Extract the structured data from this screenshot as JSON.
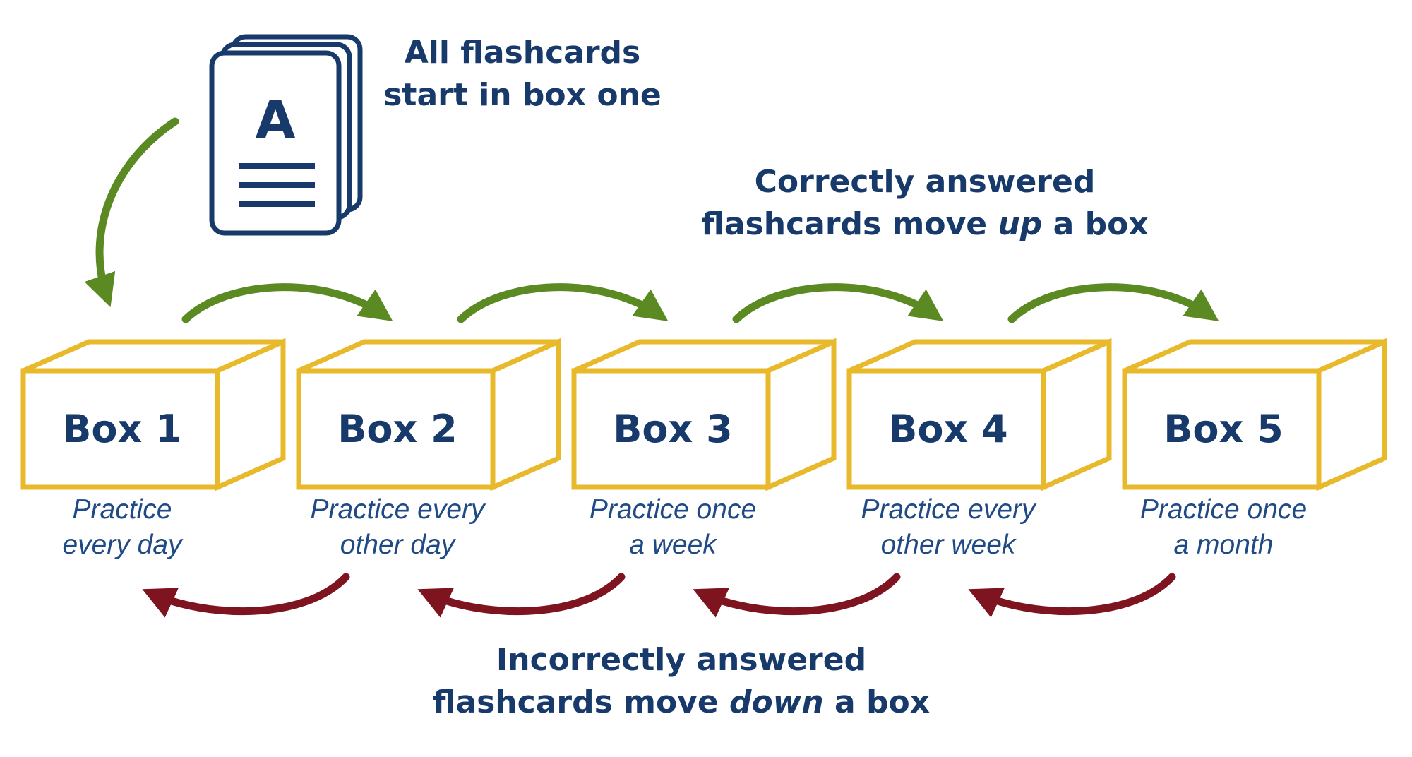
{
  "colors": {
    "navy": "#173a6b",
    "caption_blue": "#1f4a85",
    "box_gold": "#e8b92a",
    "forward_green": "#5b8a23",
    "backward_red": "#7e1420"
  },
  "icons": {
    "flashcard_stack": "flashcard-stack-icon"
  },
  "flashcard_stack": {
    "letter": "A"
  },
  "headings": {
    "start": {
      "line1": "All flashcards",
      "line2": "start in box one"
    },
    "correct": {
      "line1": "Correctly answered",
      "line2_before": "flashcards move ",
      "line2_emph": "up",
      "line2_after": " a box"
    },
    "incorrect": {
      "line1": "Incorrectly answered",
      "line2_before": "flashcards move ",
      "line2_emph": "down",
      "line2_after": " a box"
    }
  },
  "boxes": [
    {
      "label": "Box 1",
      "caption_line1": "Practice",
      "caption_line2": "every day"
    },
    {
      "label": "Box 2",
      "caption_line1": "Practice every",
      "caption_line2": "other day"
    },
    {
      "label": "Box 3",
      "caption_line1": "Practice once",
      "caption_line2": "a week"
    },
    {
      "label": "Box 4",
      "caption_line1": "Practice every",
      "caption_line2": "other week"
    },
    {
      "label": "Box 5",
      "caption_line1": "Practice once",
      "caption_line2": "a month"
    }
  ]
}
